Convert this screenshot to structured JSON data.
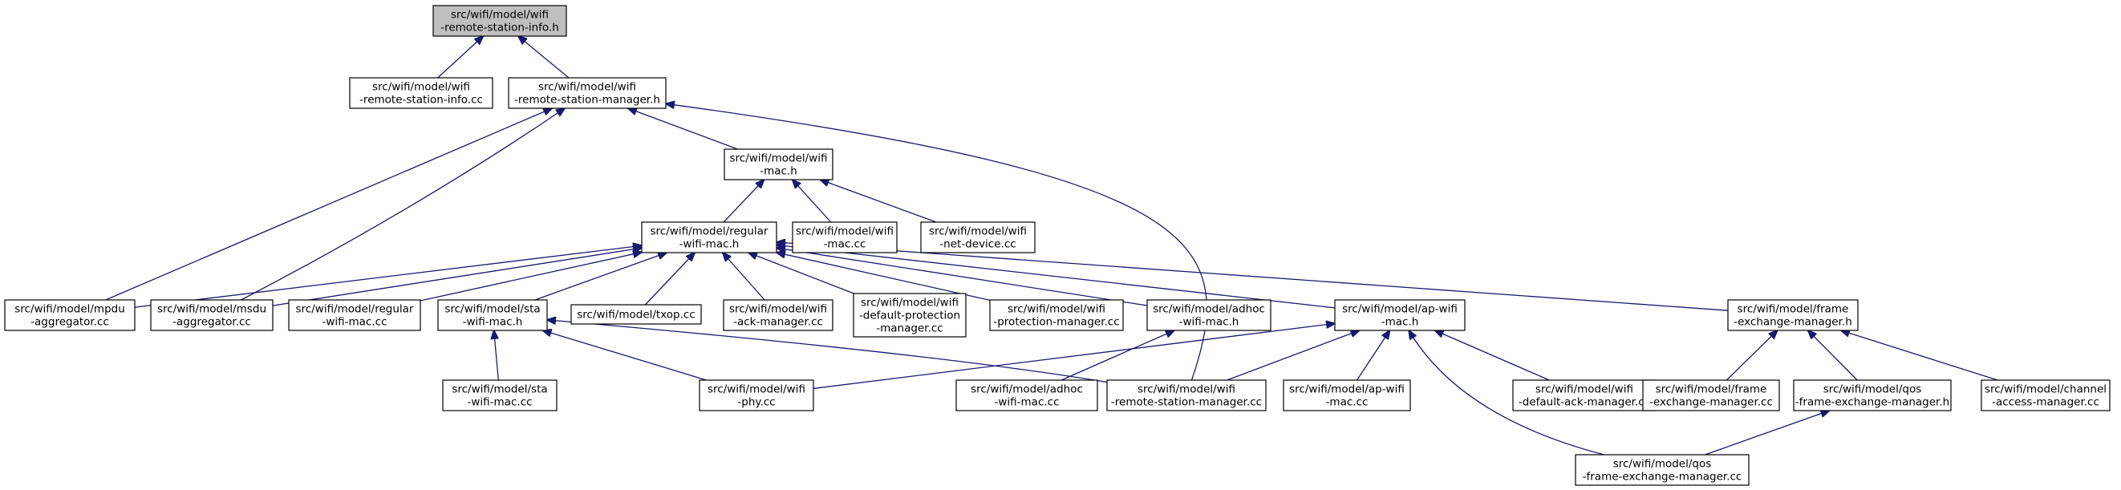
{
  "graph": {
    "nodes": [
      {
        "id": "n0",
        "lines": [
          "src/wifi/model/wifi",
          "-remote-station-info.h"
        ],
        "root": true
      },
      {
        "id": "n1",
        "lines": [
          "src/wifi/model/wifi",
          "-remote-station-info.cc"
        ]
      },
      {
        "id": "n2",
        "lines": [
          "src/wifi/model/wifi",
          "-remote-station-manager.h"
        ]
      },
      {
        "id": "n3",
        "lines": [
          "src/wifi/model/wifi",
          "-mac.h"
        ]
      },
      {
        "id": "n4",
        "lines": [
          "src/wifi/model/regular",
          "-wifi-mac.h"
        ]
      },
      {
        "id": "n5",
        "lines": [
          "src/wifi/model/wifi",
          "-mac.cc"
        ]
      },
      {
        "id": "n6",
        "lines": [
          "src/wifi/model/wifi",
          "-net-device.cc"
        ]
      },
      {
        "id": "n7",
        "lines": [
          "src/wifi/model/mpdu",
          "-aggregator.cc"
        ]
      },
      {
        "id": "n8",
        "lines": [
          "src/wifi/model/msdu",
          "-aggregator.cc"
        ]
      },
      {
        "id": "n9",
        "lines": [
          "src/wifi/model/regular",
          "-wifi-mac.cc"
        ]
      },
      {
        "id": "n10",
        "lines": [
          "src/wifi/model/sta",
          "-wifi-mac.h"
        ]
      },
      {
        "id": "n11",
        "lines": [
          "src/wifi/model/txop.cc"
        ]
      },
      {
        "id": "n12",
        "lines": [
          "src/wifi/model/wifi",
          "-ack-manager.cc"
        ]
      },
      {
        "id": "n13",
        "lines": [
          "src/wifi/model/wifi",
          "-default-protection",
          "-manager.cc"
        ]
      },
      {
        "id": "n14",
        "lines": [
          "src/wifi/model/wifi",
          "-protection-manager.cc"
        ]
      },
      {
        "id": "n15",
        "lines": [
          "src/wifi/model/adhoc",
          "-wifi-mac.h"
        ]
      },
      {
        "id": "n16",
        "lines": [
          "src/wifi/model/ap-wifi",
          "-mac.h"
        ]
      },
      {
        "id": "n17",
        "lines": [
          "src/wifi/model/frame",
          "-exchange-manager.h"
        ]
      },
      {
        "id": "n18",
        "lines": [
          "src/wifi/model/sta",
          "-wifi-mac.cc"
        ]
      },
      {
        "id": "n19",
        "lines": [
          "src/wifi/model/wifi",
          "-phy.cc"
        ]
      },
      {
        "id": "n20",
        "lines": [
          "src/wifi/model/adhoc",
          "-wifi-mac.cc"
        ]
      },
      {
        "id": "n21",
        "lines": [
          "src/wifi/model/wifi",
          "-remote-station-manager.cc"
        ]
      },
      {
        "id": "n22",
        "lines": [
          "src/wifi/model/ap-wifi",
          "-mac.cc"
        ]
      },
      {
        "id": "n23",
        "lines": [
          "src/wifi/model/wifi",
          "-default-ack-manager.cc"
        ]
      },
      {
        "id": "n24",
        "lines": [
          "src/wifi/model/qos",
          "-frame-exchange-manager.cc"
        ]
      },
      {
        "id": "n25",
        "lines": [
          "src/wifi/model/frame",
          "-exchange-manager.cc"
        ]
      },
      {
        "id": "n26",
        "lines": [
          "src/wifi/model/qos",
          "-frame-exchange-manager.h"
        ]
      },
      {
        "id": "n27",
        "lines": [
          "src/wifi/model/channel",
          "-access-manager.cc"
        ]
      }
    ],
    "edges": [
      [
        "n1",
        "n0"
      ],
      [
        "n2",
        "n0"
      ],
      [
        "n7",
        "n2"
      ],
      [
        "n8",
        "n2"
      ],
      [
        "n3",
        "n2"
      ],
      [
        "n21",
        "n2"
      ],
      [
        "n4",
        "n3"
      ],
      [
        "n5",
        "n3"
      ],
      [
        "n6",
        "n3"
      ],
      [
        "n7",
        "n4"
      ],
      [
        "n8",
        "n4"
      ],
      [
        "n9",
        "n4"
      ],
      [
        "n10",
        "n4"
      ],
      [
        "n11",
        "n4"
      ],
      [
        "n12",
        "n4"
      ],
      [
        "n13",
        "n4"
      ],
      [
        "n14",
        "n4"
      ],
      [
        "n15",
        "n4"
      ],
      [
        "n16",
        "n4"
      ],
      [
        "n17",
        "n4"
      ],
      [
        "n18",
        "n10"
      ],
      [
        "n19",
        "n10"
      ],
      [
        "n21",
        "n10"
      ],
      [
        "n20",
        "n15"
      ],
      [
        "n19",
        "n16"
      ],
      [
        "n21",
        "n16"
      ],
      [
        "n22",
        "n16"
      ],
      [
        "n23",
        "n16"
      ],
      [
        "n24",
        "n16"
      ],
      [
        "n25",
        "n17"
      ],
      [
        "n26",
        "n17"
      ],
      [
        "n27",
        "n17"
      ],
      [
        "n24",
        "n26"
      ]
    ]
  }
}
